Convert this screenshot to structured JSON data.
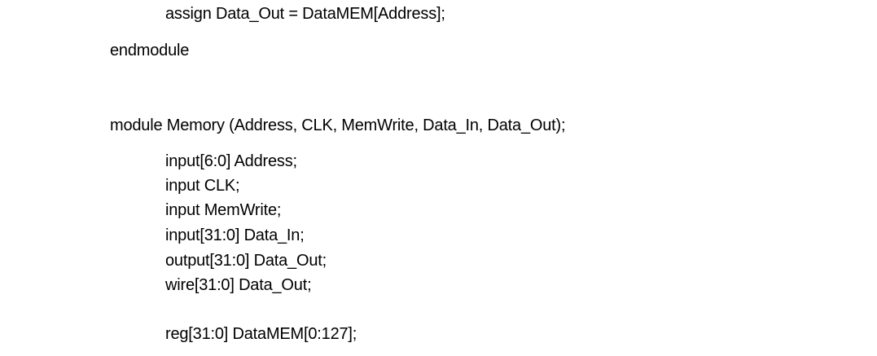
{
  "document": {
    "lines": [
      {
        "text": "assign Data_Out = DataMEM[Address];"
      },
      {
        "text": "endmodule"
      },
      {
        "text": "module Memory (Address, CLK, MemWrite, Data_In, Data_Out);"
      },
      {
        "text": "input[6:0] Address;"
      },
      {
        "text": "input CLK;"
      },
      {
        "text": "input MemWrite;"
      },
      {
        "text": "input[31:0] Data_In;"
      },
      {
        "text": "output[31:0] Data_Out;"
      },
      {
        "text": "wire[31:0] Data_Out;"
      },
      {
        "text": "reg[31:0] DataMEM[0:127];"
      }
    ]
  }
}
